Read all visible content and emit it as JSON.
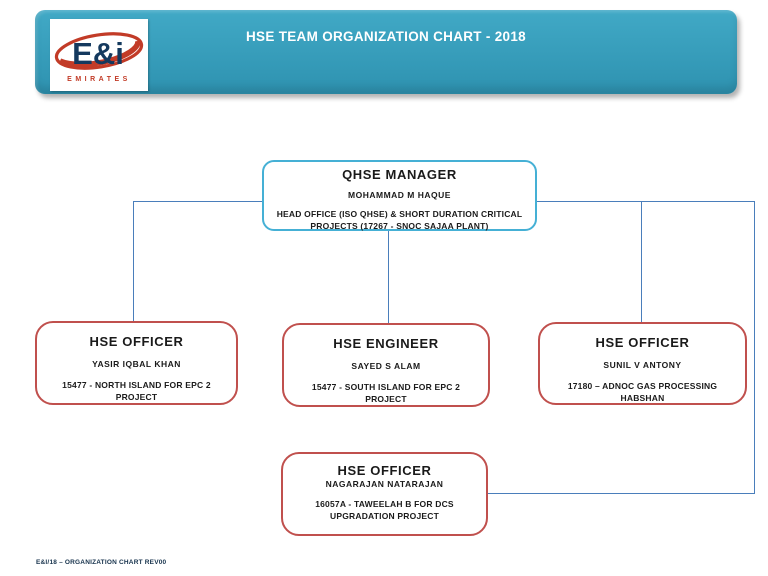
{
  "header": {
    "title": "HSE TEAM ORGANIZATION CHART - 2018",
    "logo": {
      "main": "E&i",
      "sub": "EMIRATES"
    }
  },
  "chart": {
    "manager": {
      "role_title": "QHSE MANAGER",
      "person": "MOHAMMAD M HAQUE",
      "assignment": "HEAD OFFICE (ISO QHSE) & SHORT DURATION CRITICAL PROJECTS (17267 - SNOC SAJAA PLANT)"
    },
    "officer_left": {
      "role_title": "HSE OFFICER",
      "person": "YASIR IQBAL KHAN",
      "assignment": "15477 - NORTH ISLAND FOR EPC 2 PROJECT"
    },
    "engineer_mid": {
      "role_title": "HSE ENGINEER",
      "person": "SAYED S ALAM",
      "assignment": "15477 - SOUTH ISLAND FOR EPC 2 PROJECT"
    },
    "officer_right": {
      "role_title": "HSE OFFICER",
      "person": "SUNIL V ANTONY",
      "assignment": "17180 – ADNOC GAS PROCESSING HABSHAN"
    },
    "officer_bottom": {
      "role_title": "HSE OFFICER",
      "person": "NAGARAJAN NATARAJAN",
      "assignment": "16057A - TAWEELAH B FOR DCS UPGRADATION PROJECT"
    }
  },
  "footer": {
    "text": "E&I/18 – ORGANIZATION CHART REV00"
  },
  "theme": {
    "banner_top": "#41a9c6",
    "banner_bottom": "#2e92b0",
    "manager_border": "#45b0d5",
    "report_border": "#c0504d",
    "connector": "#4a7ebb",
    "logo_navy": "#14395e",
    "logo_red": "#c23b27",
    "text": "#1a1a1a"
  }
}
